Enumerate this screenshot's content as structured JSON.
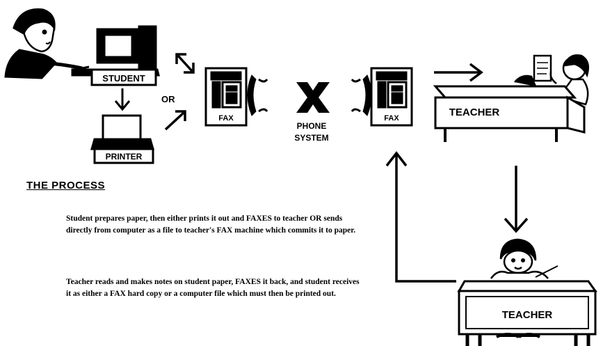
{
  "labels": {
    "student_box": "STUDENT",
    "printer_box": "PRINTER",
    "or": "OR",
    "fax_left": "FAX",
    "fax_right": "FAX",
    "phone_line1": "PHONE",
    "phone_line2": "SYSTEM",
    "teacher_top_desk": "TEACHER",
    "teacher_bottom_desk": "TEACHER"
  },
  "process": {
    "heading": "THE PROCESS",
    "paragraph1": "Student prepares paper, then either prints it out and FAXES to teacher OR sends directly from computer as a file to teacher's FAX machine which commits it to paper.",
    "paragraph2": "Teacher reads and makes notes on student paper, FAXES it back, and student receives it as either a FAX hard copy or a computer file which must then be printed out."
  },
  "icons": [
    "student-figure-icon",
    "computer-icon",
    "printer-icon",
    "fax-machine-icon",
    "telephone-handset-icon",
    "phone-system-cross-icon",
    "teacher-figure-icon",
    "arrow-icon"
  ]
}
